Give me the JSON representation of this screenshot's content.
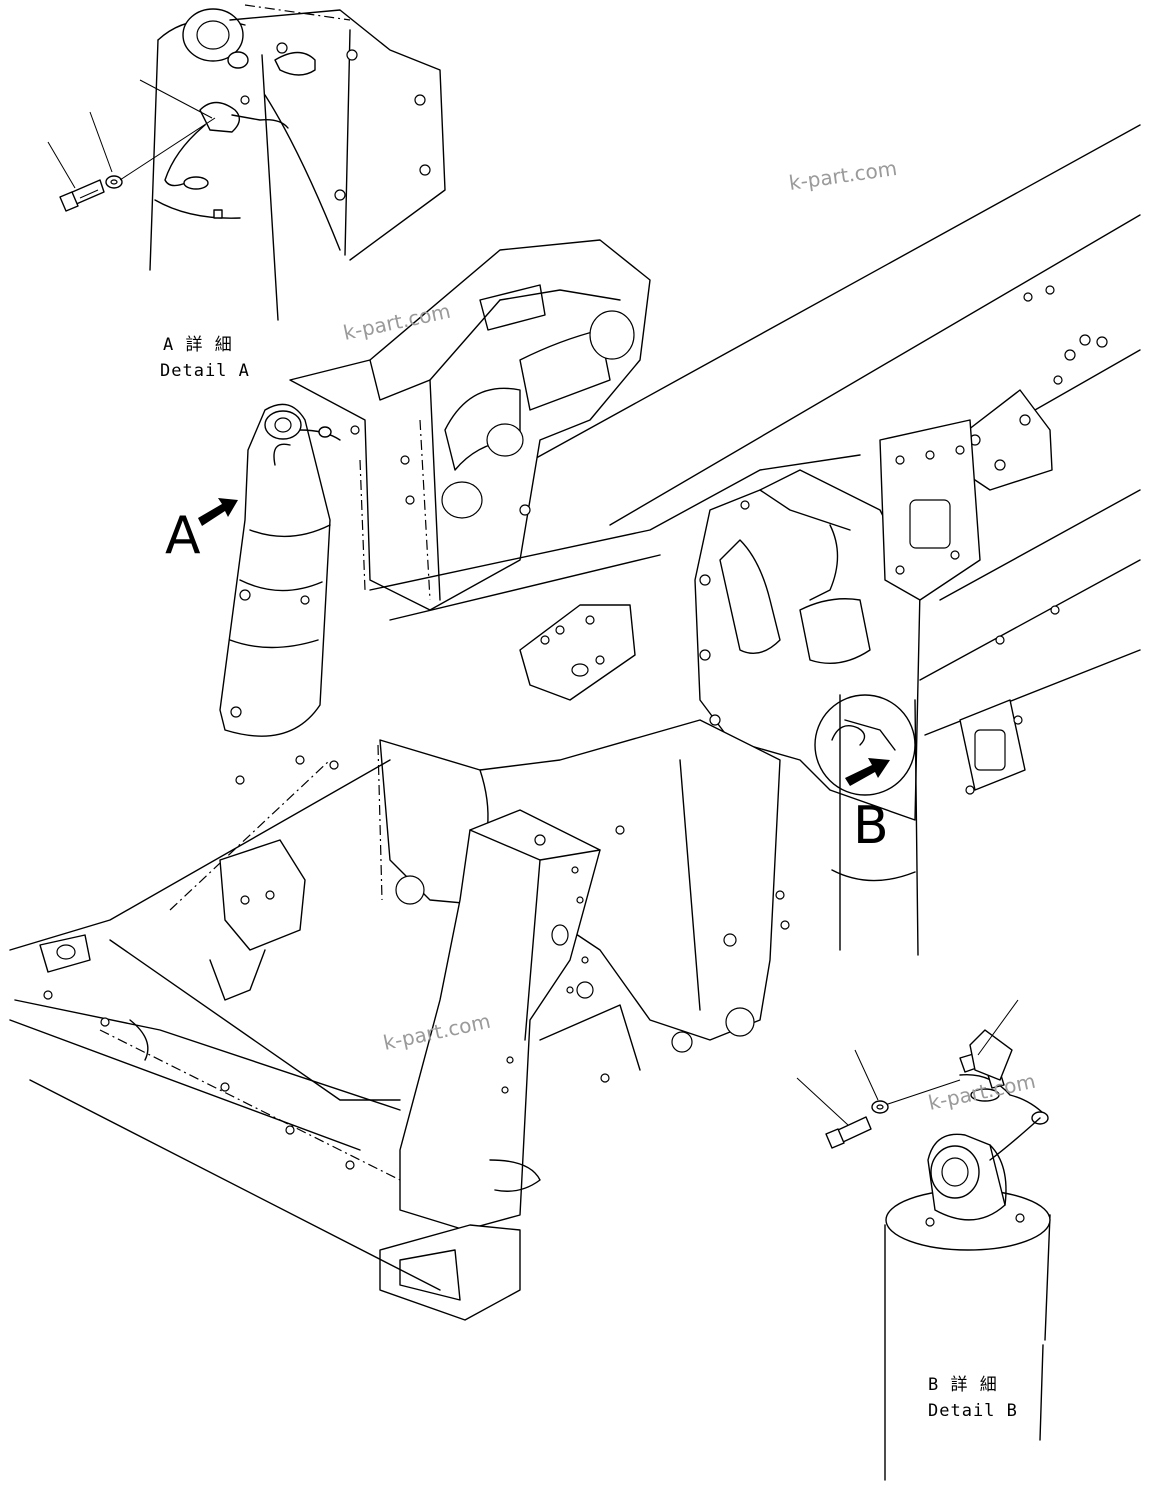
{
  "watermarks": [
    "k-part.com",
    "k-part.com",
    "k-part.com",
    "k-part.com"
  ],
  "detail_a": {
    "label_jp": "A 詳 細",
    "label_en": "Detail A"
  },
  "detail_b": {
    "label_jp": "B 詳 細",
    "label_en": "Detail B"
  },
  "view_marker_a": "A",
  "view_marker_b": "B",
  "icons": [
    "view-arrow-icon",
    "bolt-icon",
    "washer-icon",
    "clamp-icon"
  ]
}
